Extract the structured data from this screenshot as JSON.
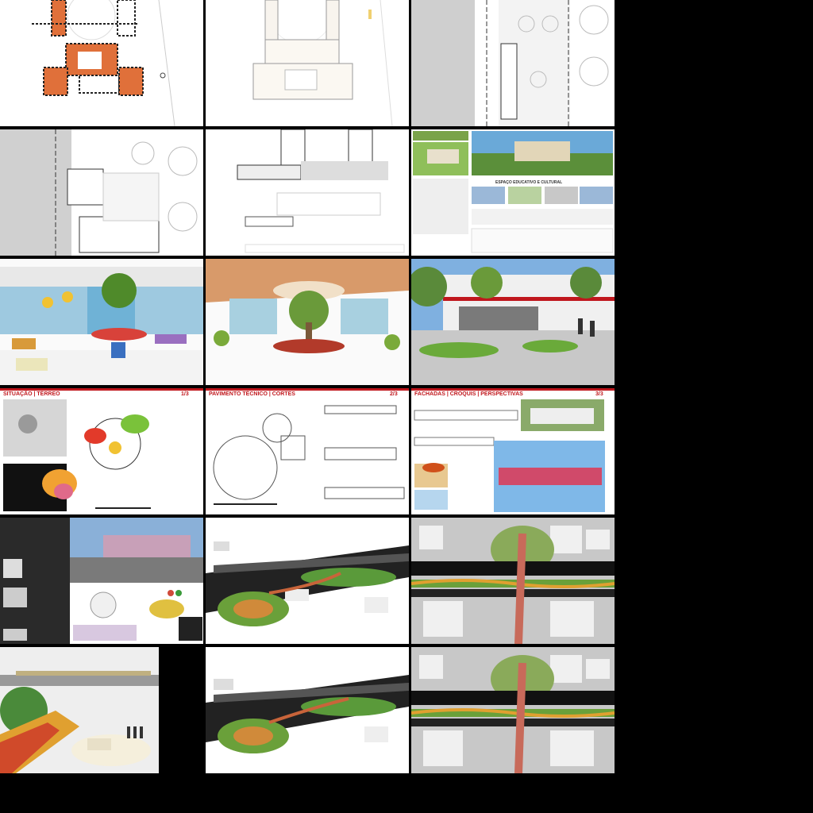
{
  "gallery": {
    "thumbnails": [
      {
        "kind": "floor-plan-orange-highlight"
      },
      {
        "kind": "floor-plan-light"
      },
      {
        "kind": "site-plan-gray"
      },
      {
        "kind": "site-plan-gray-2"
      },
      {
        "kind": "sections-elevations"
      },
      {
        "kind": "presentation-board"
      },
      {
        "kind": "interior-sketch-colorful"
      },
      {
        "kind": "interior-sketch-warm"
      },
      {
        "kind": "exterior-render"
      },
      {
        "kind": "board-situacao"
      },
      {
        "kind": "board-pavimento"
      },
      {
        "kind": "board-fachadas"
      },
      {
        "kind": "dark-board"
      },
      {
        "kind": "aerial-bridge-render"
      },
      {
        "kind": "top-view-bridge"
      },
      {
        "kind": "plaza-render"
      },
      {
        "kind": "aerial-bridge-render-2"
      },
      {
        "kind": "top-view-bridge-2"
      }
    ],
    "labels": {
      "board_situacao_title": "SITUAÇÃO | TÉRREO",
      "board_situacao_page": "1/3",
      "board_pavimento_title": "PAVIMENTO TÉCNICO | CORTES",
      "board_pavimento_page": "2/3",
      "board_fachadas_title": "FACHADAS | CROQUIS | PERSPECTIVAS",
      "board_fachadas_page": "3/3",
      "presentation_title": "ESPAÇO EDUCATIVO E CULTURAL"
    }
  },
  "colors": {
    "background": "#000000",
    "board_red": "#c0171d",
    "plan_orange": "#e0703a",
    "site_gray": "#d0d0d0"
  }
}
